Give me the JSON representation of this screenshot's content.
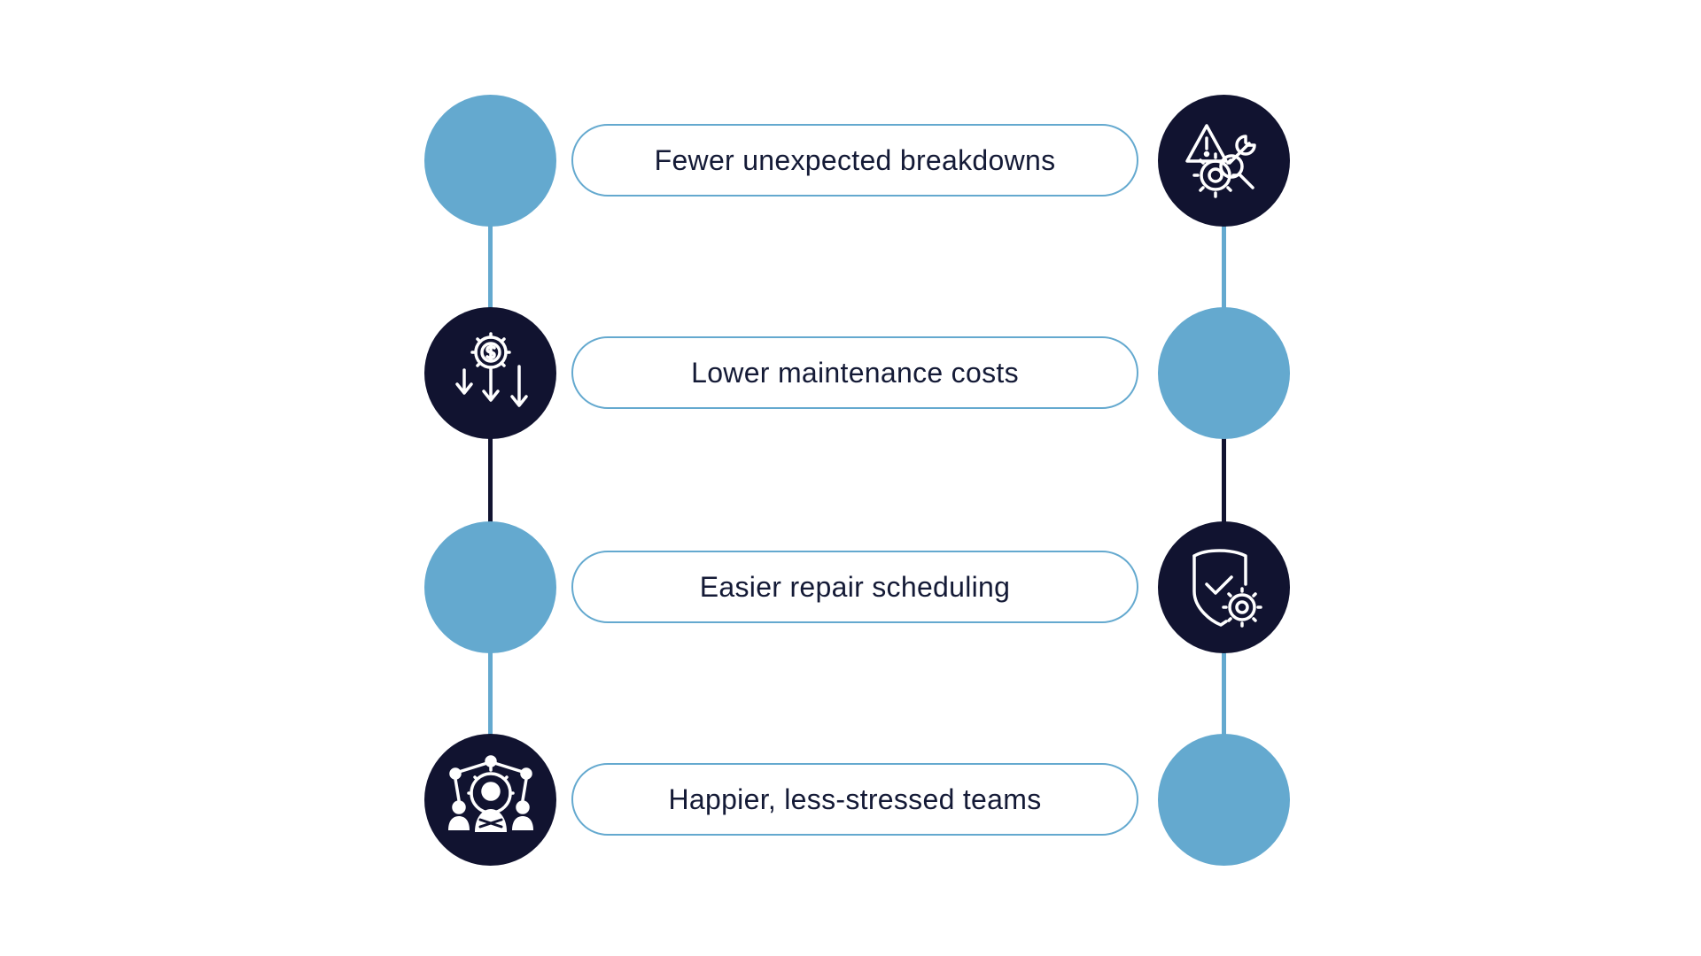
{
  "colors": {
    "light_blue": "#64a9cf",
    "navy": "#111330",
    "text": "#141a36",
    "connector_light": "#64a9cf",
    "connector_dark": "#111330"
  },
  "benefits": [
    {
      "label": "Fewer unexpected breakdowns",
      "icon": "warning-wrench-gear-icon"
    },
    {
      "label": "Lower maintenance costs",
      "icon": "cost-reduction-gear-icon"
    },
    {
      "label": "Easier repair scheduling",
      "icon": "shield-check-gear-icon"
    },
    {
      "label": "Happier, less-stressed teams",
      "icon": "team-network-icon"
    }
  ]
}
